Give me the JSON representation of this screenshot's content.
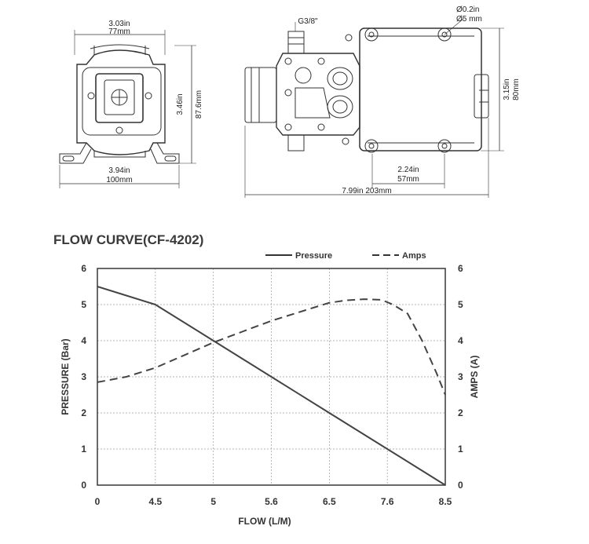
{
  "drawings": {
    "front": {
      "width_top_in": "3.03in",
      "width_top_mm": "77mm",
      "height_in": "3.46in",
      "height_mm": "87.6mm",
      "width_base_in": "3.94in",
      "width_base_mm": "100mm"
    },
    "side": {
      "port_label": "G3/8\"",
      "hole_in": "Ø0.2in",
      "hole_mm": "Ø5 mm",
      "height_in": "3.15in",
      "height_mm": "80mm",
      "mount_in": "2.24in",
      "mount_mm": "57mm",
      "length_label": "7.99in  203mm"
    }
  },
  "chart_data": {
    "type": "line",
    "title": "FLOW CURVE(CF-4202)",
    "xlabel": "FLOW (L/M)",
    "ylabel": "PRESSURE (Bar)",
    "y2label": "AMPS (A)",
    "x_tick_labels": [
      "0",
      "4.5",
      "5",
      "5.6",
      "6.5",
      "7.6",
      "8.5"
    ],
    "x_tick_index": [
      0,
      1,
      2,
      3,
      4,
      5,
      6
    ],
    "ylim": [
      0,
      6
    ],
    "y_ticks": [
      0,
      1,
      2,
      3,
      4,
      5,
      6
    ],
    "y2lim": [
      0,
      6
    ],
    "y2_ticks": [
      0,
      1,
      2,
      3,
      4,
      5,
      6
    ],
    "grid": true,
    "legend_position": "top-right",
    "series": [
      {
        "name": "Pressure",
        "axis": "left",
        "style": "solid",
        "x_index": [
          0,
          0.5,
          1,
          2,
          3,
          4,
          5,
          6
        ],
        "values": [
          5.5,
          5.25,
          5.0,
          4.0,
          3.0,
          2.0,
          1.0,
          0.0
        ]
      },
      {
        "name": "Amps",
        "axis": "right",
        "style": "dashed",
        "x_index": [
          0,
          0.5,
          1,
          1.5,
          2,
          2.5,
          3,
          3.5,
          4,
          4.3,
          4.6,
          4.9,
          5.1,
          5.35,
          5.6,
          5.85,
          6.0
        ],
        "values": [
          2.85,
          3.0,
          3.25,
          3.6,
          3.95,
          4.25,
          4.55,
          4.8,
          5.05,
          5.12,
          5.15,
          5.13,
          5.0,
          4.75,
          4.0,
          3.1,
          2.5
        ]
      }
    ]
  }
}
